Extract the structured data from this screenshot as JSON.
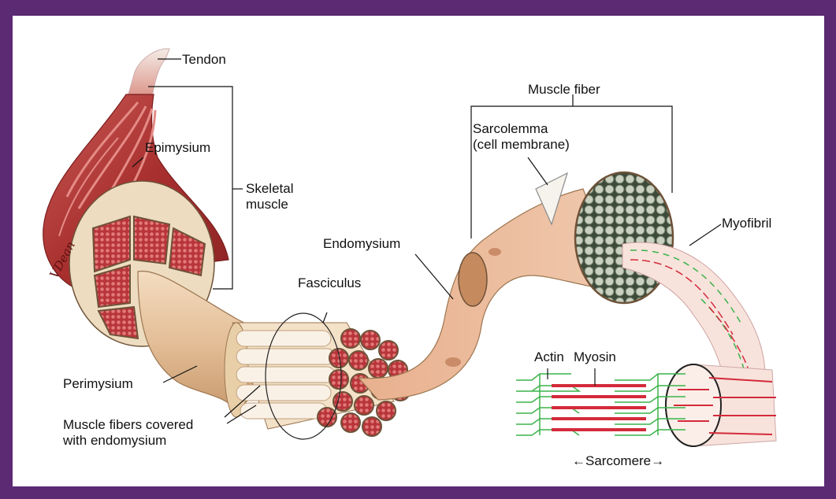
{
  "labels": {
    "tendon": "Tendon",
    "epimysium": "Epimysium",
    "skeletal_muscle_1": "Skeletal",
    "skeletal_muscle_2": "muscle",
    "perimysium": "Perimysium",
    "fibers_covered_1": "Muscle fibers covered",
    "fibers_covered_2": "with endomysium",
    "fasciculus": "Fasciculus",
    "endomysium": "Endomysium",
    "muscle_fiber": "Muscle fiber",
    "sarcolemma_1": "Sarcolemma",
    "sarcolemma_2": "(cell membrane)",
    "myofibril": "Myofibril",
    "actin": "Actin",
    "myosin": "Myosin",
    "sarcomere": "←Sarcomere→"
  },
  "signature": "VDean",
  "colors": {
    "border": "#5b2a73",
    "muscle_red": "#b83a3a",
    "fascia": "#e9cfa8",
    "actin_green": "#3bb34a",
    "myosin_red": "#d42a3a"
  }
}
